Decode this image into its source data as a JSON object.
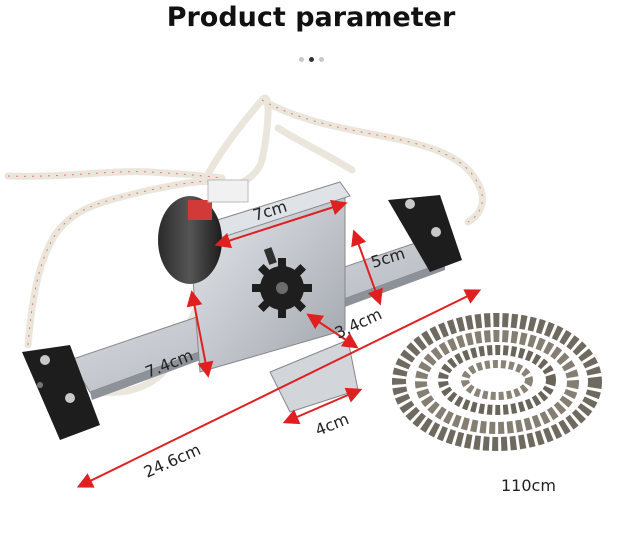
{
  "header": {
    "title": "Product parameter",
    "carousel": {
      "count": 3,
      "active_index": 1
    }
  },
  "dimensions": {
    "top_width": "7cm",
    "bracket_height": "5cm",
    "offset": "3.4cm",
    "side_height": "7.4cm",
    "base_width": "4cm",
    "total_length": "24.6cm",
    "chain_length": "110cm"
  },
  "colors": {
    "dimension_line": "#e02020",
    "metal": "#c9ccd1",
    "wire": "#f4f1ea"
  }
}
